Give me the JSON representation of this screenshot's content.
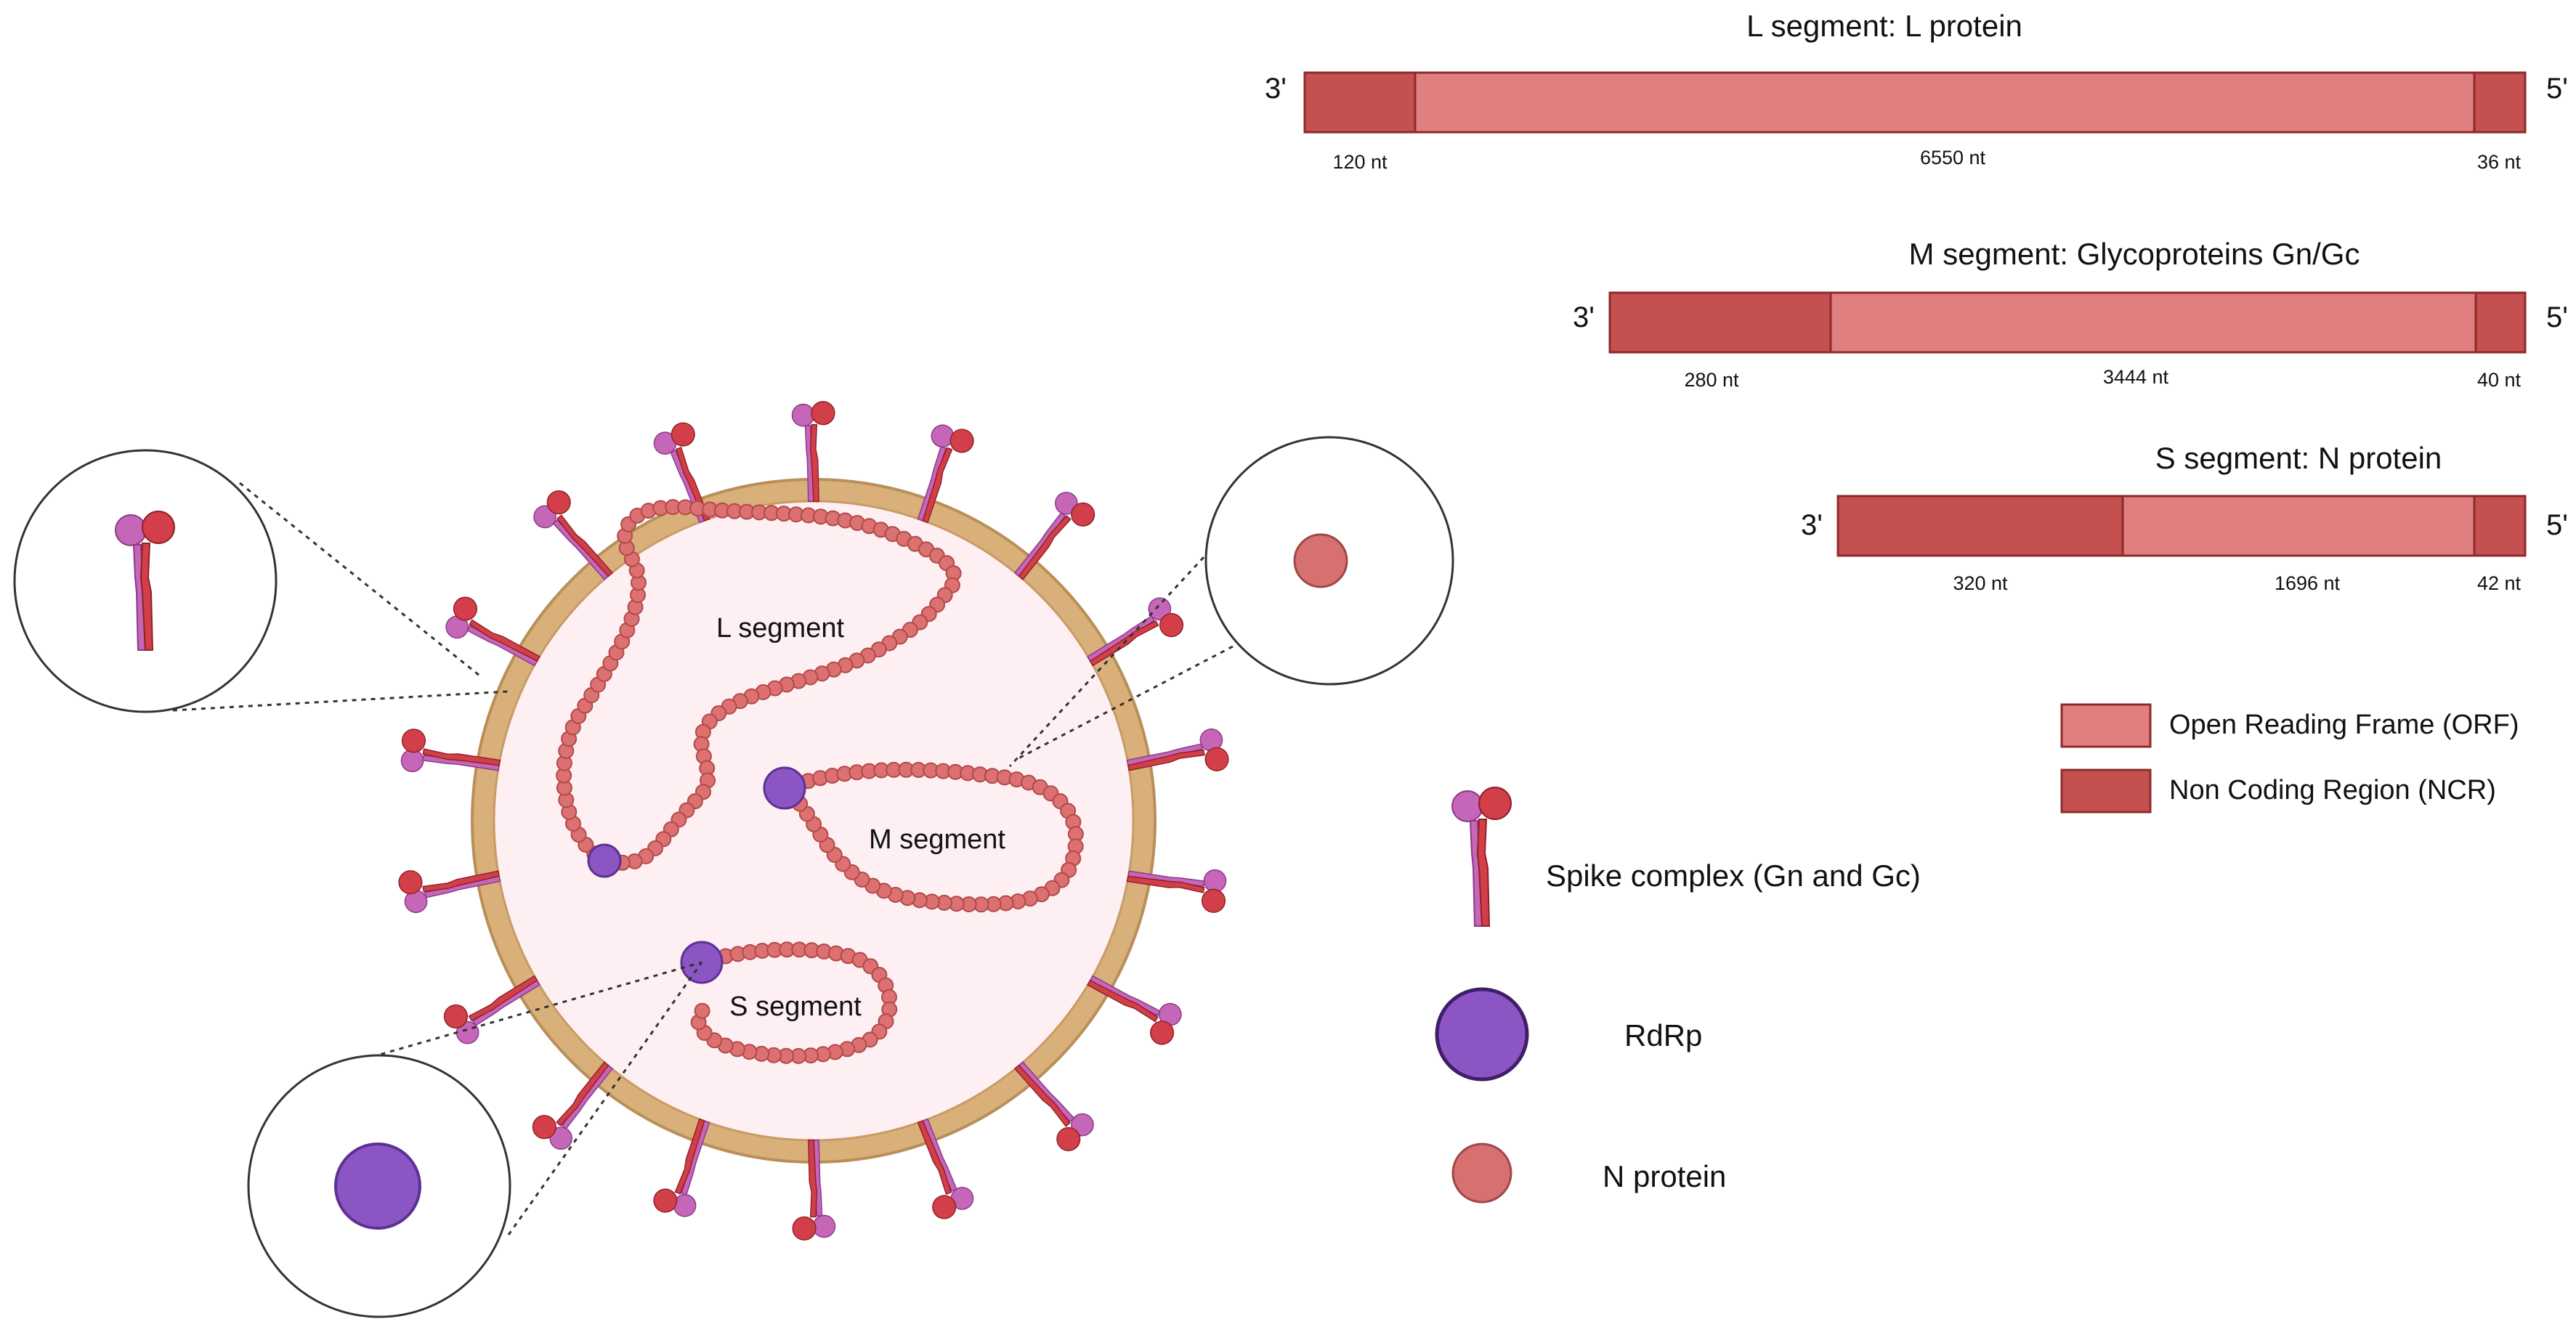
{
  "genome_segments": [
    {
      "title": "L segment: L protein",
      "end3": "3'",
      "end5": "5'",
      "regions": [
        {
          "kind": "ncr",
          "length": "120 nt"
        },
        {
          "kind": "orf",
          "length": "6550 nt"
        },
        {
          "kind": "ncr",
          "length": "36 nt"
        }
      ]
    },
    {
      "title": "M segment: Glycoproteins Gn/Gc",
      "end3": "3'",
      "end5": "5'",
      "regions": [
        {
          "kind": "ncr",
          "length": "280 nt"
        },
        {
          "kind": "orf",
          "length": "3444 nt"
        },
        {
          "kind": "ncr",
          "length": "40 nt"
        }
      ]
    },
    {
      "title": "S segment: N protein",
      "end3": "3'",
      "end5": "5'",
      "regions": [
        {
          "kind": "ncr",
          "length": "320 nt"
        },
        {
          "kind": "orf",
          "length": "1696 nt"
        },
        {
          "kind": "ncr",
          "length": "42 nt"
        }
      ]
    }
  ],
  "legend": {
    "orf": "Open Reading Frame (ORF)",
    "ncr": "Non Coding Region (NCR)"
  },
  "virion": {
    "l_label": "L segment",
    "m_label": "M segment",
    "s_label": "S segment"
  },
  "key": {
    "spike": "Spike complex (Gn and Gc)",
    "rdrp": "RdRp",
    "nprotein": "N protein"
  },
  "colors": {
    "orf": "#e07f7f",
    "ncr": "#c45050",
    "envelope": "#d9b07a",
    "interior": "#fdeff2",
    "bead": "#dd7070",
    "rdrp": "#8b55c4",
    "nprotein": "#d77070",
    "spike_red": "#d23f48",
    "spike_pink": "#c566b8"
  }
}
